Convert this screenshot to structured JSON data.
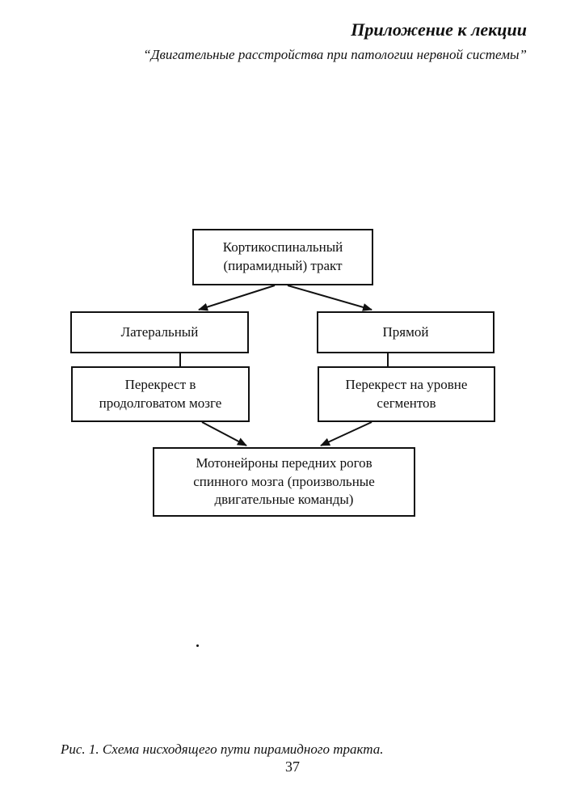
{
  "header": {
    "title": "Приложение к лекции",
    "subtitle": "“Двигательные расстройства при патологии нервной системы”"
  },
  "diagram": {
    "nodes": {
      "corticospinal": "Кортикоспинальный\n(пирамидный) тракт",
      "lateral": "Латеральный",
      "direct": "Прямой",
      "decussation_medulla": "Перекрест в\nпродолговатом мозге",
      "decussation_segments": "Перекрест на уровне\nсегментов",
      "motor_neurons": "Мотонейроны передних рогов\nспинного мозга (произвольные\nдвигательные команды)"
    },
    "edges": [
      {
        "from": "corticospinal",
        "to": "lateral",
        "arrow": true
      },
      {
        "from": "corticospinal",
        "to": "direct",
        "arrow": true
      },
      {
        "from": "lateral",
        "to": "decussation_medulla",
        "arrow": false
      },
      {
        "from": "direct",
        "to": "decussation_segments",
        "arrow": false
      },
      {
        "from": "decussation_medulla",
        "to": "motor_neurons",
        "arrow": true
      },
      {
        "from": "decussation_segments",
        "to": "motor_neurons",
        "arrow": true
      }
    ]
  },
  "caption": "Рис. 1. Схема нисходящего пути пирамидного тракта.",
  "page_number": "37"
}
